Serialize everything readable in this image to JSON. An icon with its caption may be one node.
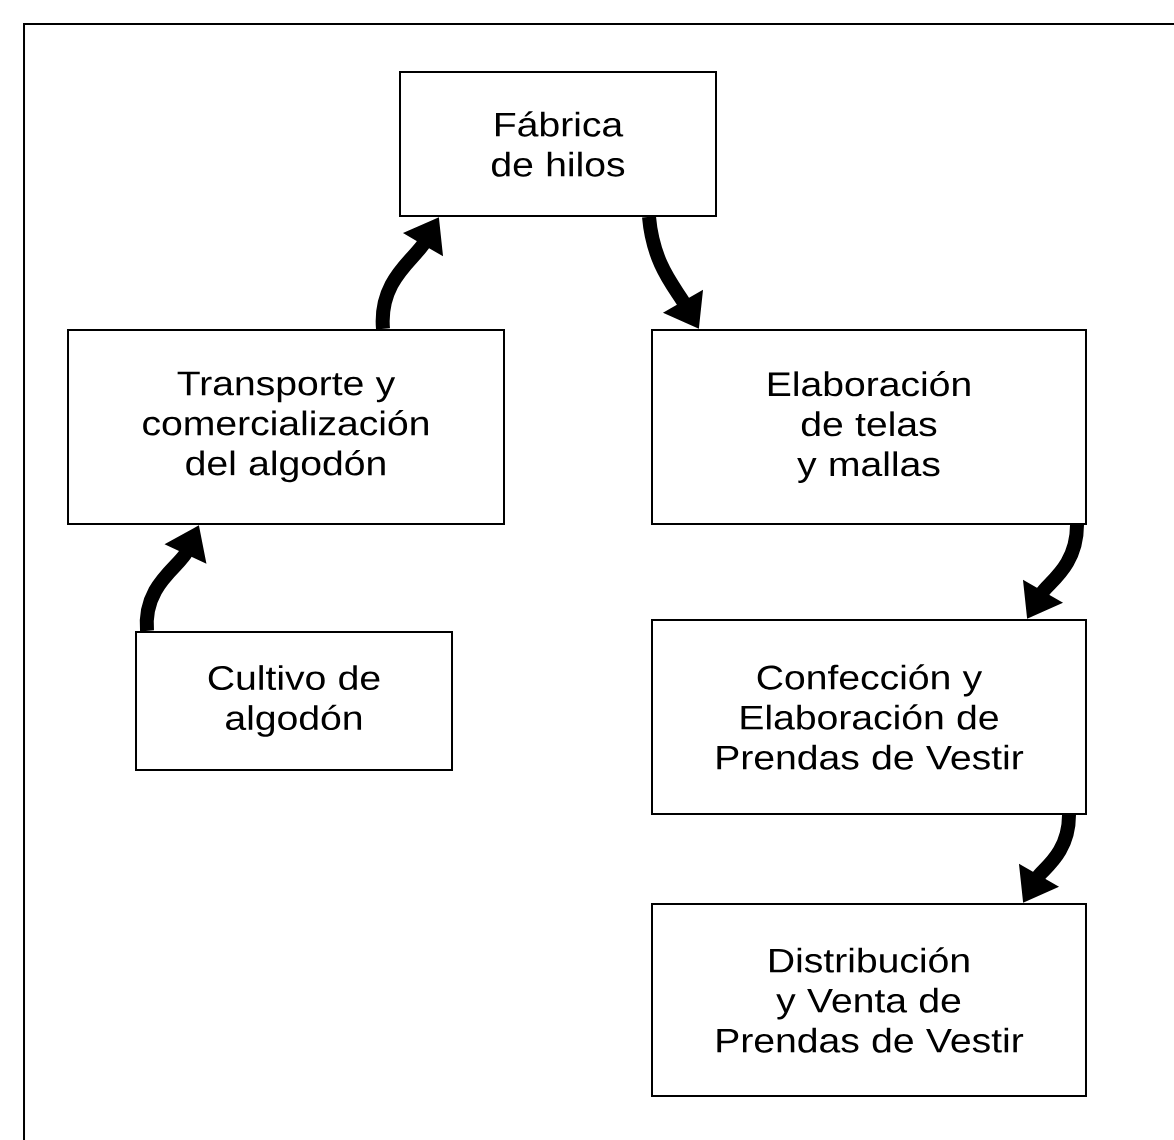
{
  "diagram": {
    "nodes": [
      {
        "text": [
          "Fábrica de hilos"
        ]
      },
      {
        "text": [
          "Transporte y comercialización del algodón"
        ]
      },
      {
        "text": [
          "Elaboración de telas y mallas"
        ]
      },
      {
        "text": [
          "Cultivo de algodón"
        ]
      },
      {
        "text": [
          "Confección y Elaboración de Prendas de Vestir"
        ]
      },
      {
        "text": [
          "Distribución y Venta de Prendas de Vestir"
        ]
      }
    ],
    "edges": [
      {
        "from": 3,
        "to": 1,
        "arrow": "to"
      },
      {
        "from": 1,
        "to": 0,
        "arrow": "to"
      },
      {
        "from": 0,
        "to": 2,
        "arrow": "to"
      },
      {
        "from": 2,
        "to": 4,
        "arrow": "to"
      },
      {
        "from": 4,
        "to": 5,
        "arrow": "to"
      }
    ]
  }
}
